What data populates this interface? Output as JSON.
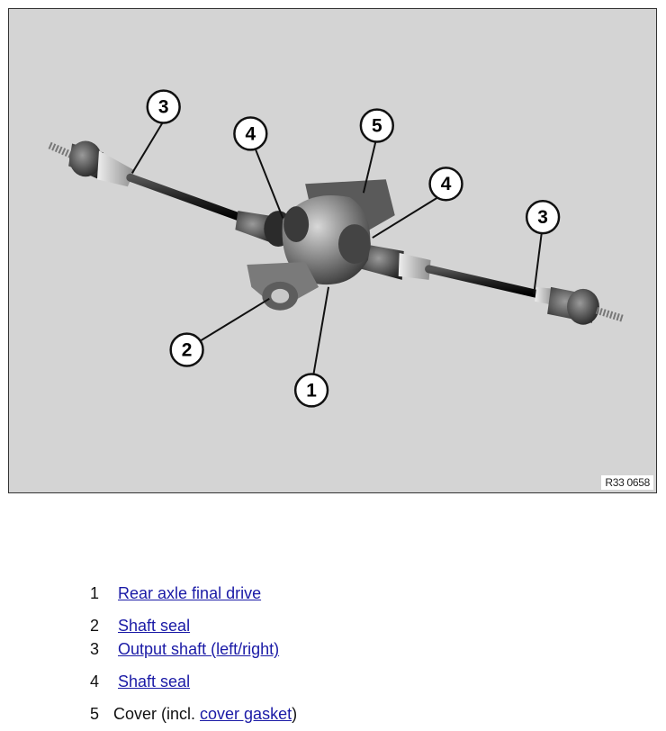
{
  "figure": {
    "ref_code": "R33 0658",
    "callouts": [
      "1",
      "2",
      "3",
      "3",
      "4",
      "4",
      "5"
    ]
  },
  "legend": [
    {
      "num": "1",
      "link": "Rear axle final drive"
    },
    {
      "num": "2",
      "link": "Shaft seal"
    },
    {
      "num": "3",
      "link": "Output shaft (left/right)"
    },
    {
      "num": "4",
      "link": "Shaft seal"
    },
    {
      "num": "5",
      "prefix": "Cover (incl. ",
      "link": "cover gasket",
      "suffix": ")"
    }
  ],
  "colors": {
    "link": "#1a1aa6",
    "figure_bg": "#d4d4d4"
  }
}
